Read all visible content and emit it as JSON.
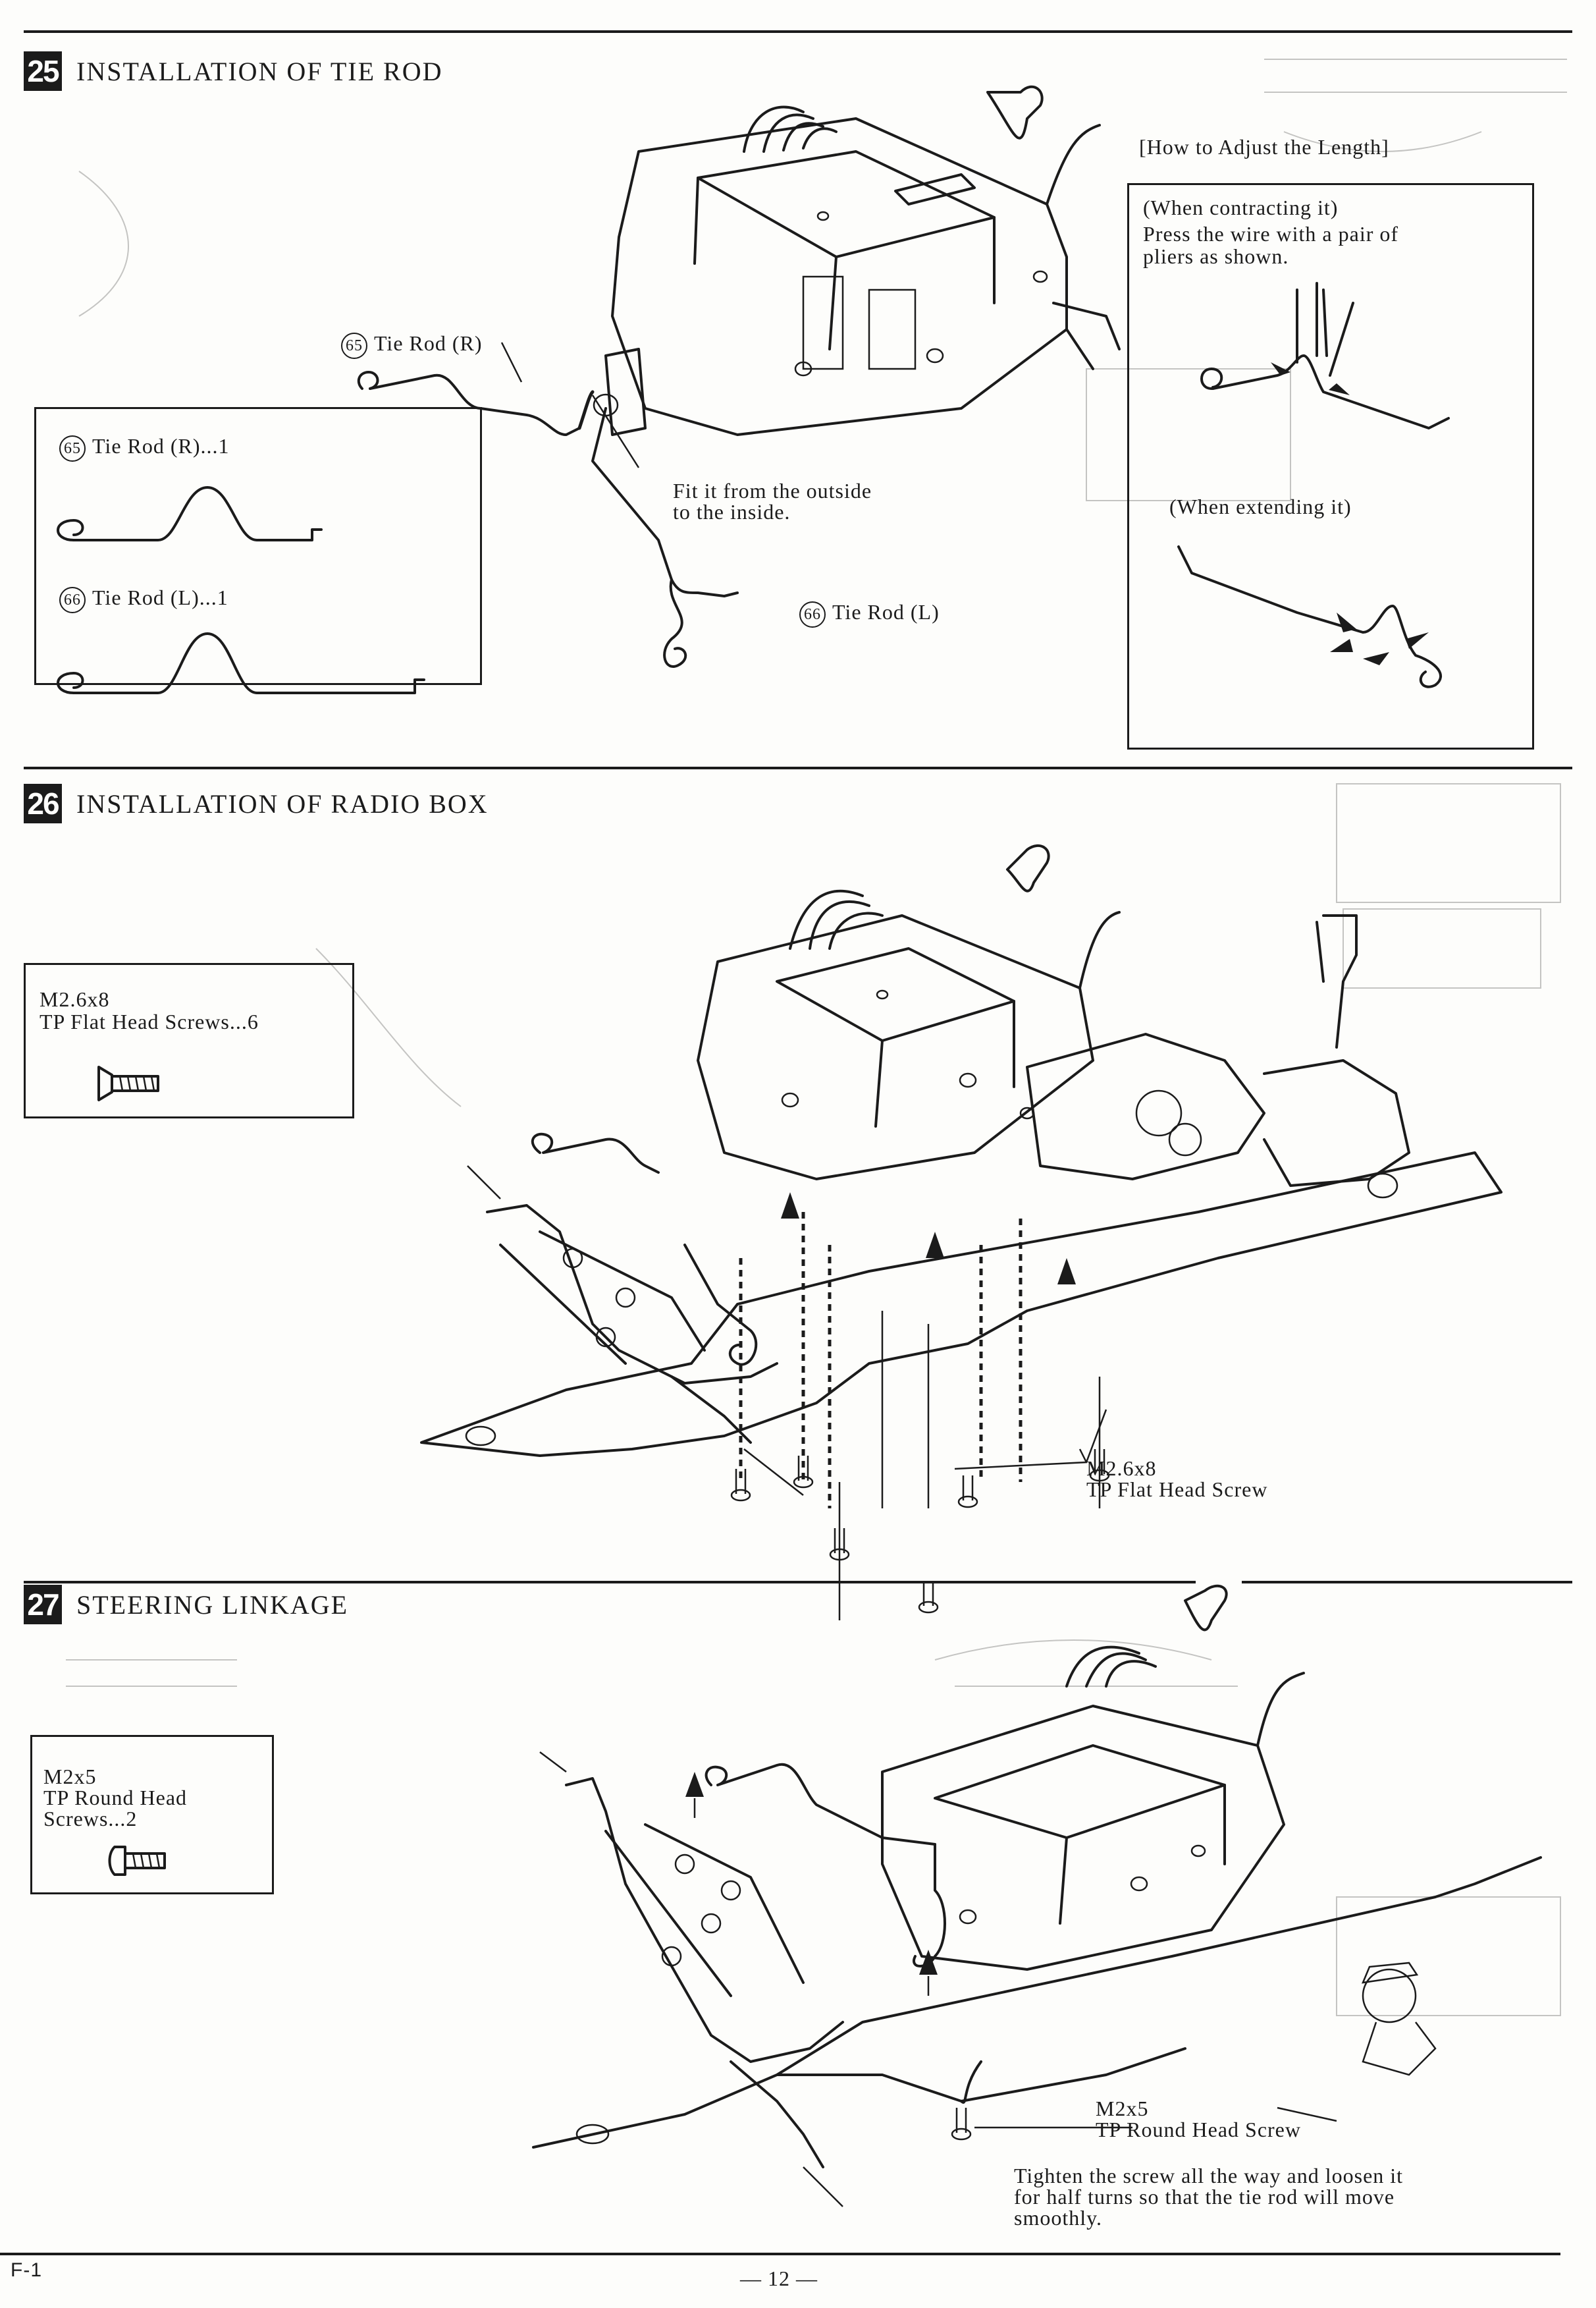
{
  "steps": [
    {
      "number": "25",
      "title": "INSTALLATION OF TIE ROD",
      "parts_box": {
        "items": [
          {
            "num": "65",
            "label": "Tie Rod (R)...1"
          },
          {
            "num": "66",
            "label": "Tie Rod (L)...1"
          }
        ]
      },
      "callouts": {
        "tie_rod_r": {
          "num": "65",
          "label": "Tie Rod (R)"
        },
        "tie_rod_l": {
          "num": "66",
          "label": "Tie Rod (L)"
        },
        "fit_note_1": "Fit it from the outside",
        "fit_note_2": "to the inside."
      },
      "adjust": {
        "title": "[How to Adjust the Length]",
        "contracting_title": "(When contracting it)",
        "contracting_1": "Press the wire with a pair of",
        "contracting_2": "pliers as shown.",
        "extending_title": "(When extending it)"
      }
    },
    {
      "number": "26",
      "title": "INSTALLATION OF RADIO BOX",
      "parts_box": {
        "line1": "M2.6x8",
        "line2": "TP Flat Head Screws...6"
      },
      "callout_1": "M2.6x8",
      "callout_2": "TP Flat Head Screw"
    },
    {
      "number": "27",
      "title": "STEERING LINKAGE",
      "parts_box": {
        "line1": "M2x5",
        "line2": "TP Round Head",
        "line3": "Screws...2"
      },
      "callout_1": "M2x5",
      "callout_2": "TP Round Head Screw",
      "note_1": "Tighten the screw all the way and loosen it",
      "note_2": "for half turns so that the tie rod will move",
      "note_3": "smoothly."
    }
  ],
  "footer": {
    "code": "F-1",
    "page": "— 12 —"
  }
}
